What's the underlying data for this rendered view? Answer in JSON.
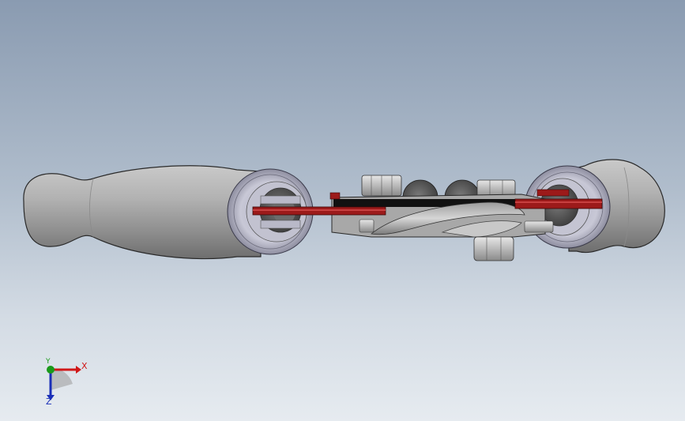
{
  "viewport": {
    "background_top": "#8a9bb1",
    "background_bottom": "#e6ebf0"
  },
  "model": {
    "description_icon": "assembly-model-side-view",
    "handle_color": "#a4a4a4",
    "section_color": "#9c1a1a",
    "metal_color": "#b8b8b8"
  },
  "triad": {
    "x_label": "X",
    "y_label": "Y",
    "z_label": "Z",
    "x_color": "#d01818",
    "y_color": "#1a9a1a",
    "z_color": "#1a2fb8"
  }
}
